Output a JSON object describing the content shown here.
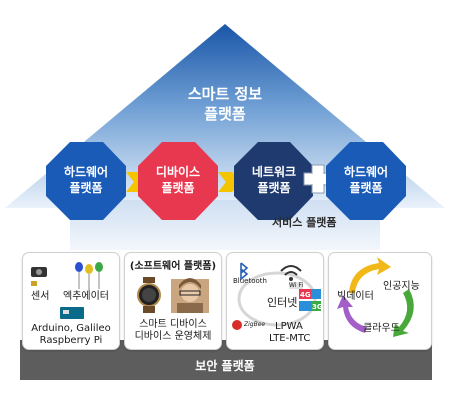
{
  "title": {
    "line1": "스마트 정보",
    "line2": "플랫폼"
  },
  "platforms": [
    {
      "line1": "하드웨어",
      "line2": "플랫폼",
      "color": "#1a5bb8"
    },
    {
      "line1": "디바이스",
      "line2": "플랫폼",
      "color": "#e8384f"
    },
    {
      "line1": "네트워크",
      "line2": "플랫폼",
      "color": "#1e3a6e"
    },
    {
      "line1": "하드웨어",
      "line2": "플랫폼",
      "color": "#1a5bb8"
    }
  ],
  "service_platform": "서비스 플랫폼",
  "cards": {
    "hardware": {
      "sensor": "센서",
      "actuator": "엑추에이터",
      "line1": "Arduino, Galileo",
      "line2": "Raspberry Pi"
    },
    "device": {
      "header": "(소프트웨어 플랫폼)",
      "line1": "스마트 디바이스",
      "line2": "디바이스 운영체제"
    },
    "network": {
      "bluetooth": "Bluetooth",
      "zigbee": "ZigBee",
      "wifi": "Wi Fi",
      "g4": "4G",
      "g3": "3G",
      "internet": "인터넷",
      "lpwa": "LPWA",
      "lte": "LTE-MTC"
    },
    "cloud": {
      "bigdata": "빅데이터",
      "ai": "인공지능",
      "cloud": "클라우드"
    }
  },
  "security_platform": "보안 플랫폼",
  "colors": {
    "sky_top": "#1a56a8",
    "sky_bottom": "#eef4fb",
    "arrow": "#f5c400",
    "plus": "#ffffff",
    "base": "#5a5a5a"
  }
}
